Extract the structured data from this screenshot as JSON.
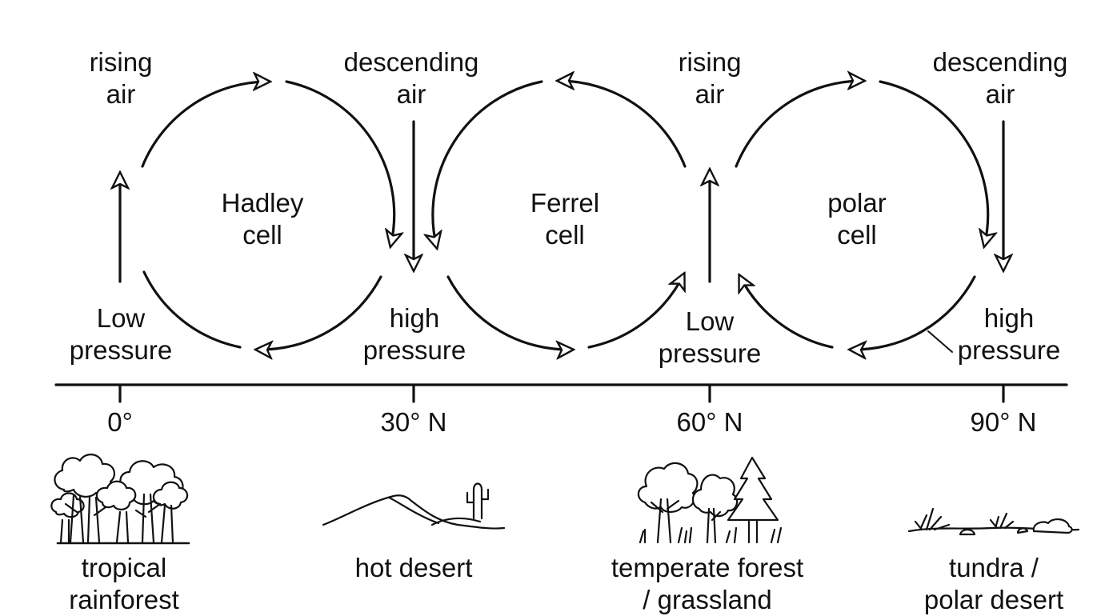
{
  "cells": [
    {
      "line1": "Hadley",
      "line2": "cell"
    },
    {
      "line1": "Ferrel",
      "line2": "cell"
    },
    {
      "line1": "polar",
      "line2": "cell"
    }
  ],
  "top_labels": [
    {
      "line1": "rising",
      "line2": "air"
    },
    {
      "line1": "descending",
      "line2": "air"
    },
    {
      "line1": "rising",
      "line2": "air"
    },
    {
      "line1": "descending",
      "line2": "air"
    }
  ],
  "pressure_labels": [
    {
      "line1": "Low",
      "line2": "pressure"
    },
    {
      "line1": "high",
      "line2": "pressure"
    },
    {
      "line1": "Low",
      "line2": "pressure"
    },
    {
      "line1": "high",
      "line2": "pressure"
    }
  ],
  "latitudes": [
    "0°",
    "30° N",
    "60° N",
    "90° N"
  ],
  "biomes": [
    {
      "line1": "tropical",
      "line2": "rainforest",
      "icon": "rainforest-trees-icon"
    },
    {
      "line1": "hot desert",
      "line2": "",
      "icon": "desert-dune-cactus-icon"
    },
    {
      "line1": "temperate forest",
      "line2": "/ grassland",
      "icon": "temperate-trees-icon"
    },
    {
      "line1": "tundra /",
      "line2": "polar desert",
      "icon": "tundra-grass-rocks-icon"
    }
  ],
  "colors": {
    "ink": "#111111",
    "background": "#ffffff"
  }
}
